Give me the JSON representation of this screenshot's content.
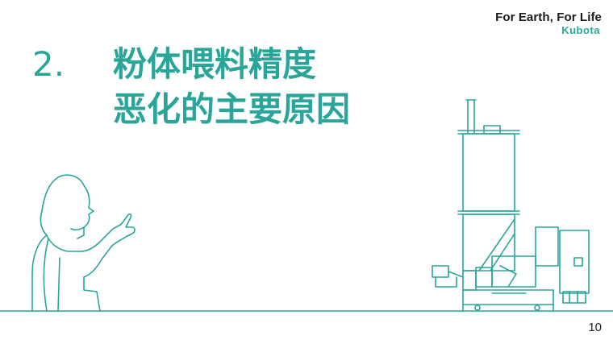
{
  "header": {
    "slogan": "For Earth, For Life",
    "brand": "Kubota"
  },
  "title": {
    "number": "2.",
    "line1": "粉体喂料精度",
    "line2": "恶化的主要原因"
  },
  "footer": {
    "page_number": "10"
  },
  "colors": {
    "accent": "#2aa59a",
    "text": "#1a1a1a",
    "line": "#2aa59a"
  },
  "icons": {
    "person": "person-pointing-illustration",
    "machine": "powder-feeder-machine-illustration"
  }
}
